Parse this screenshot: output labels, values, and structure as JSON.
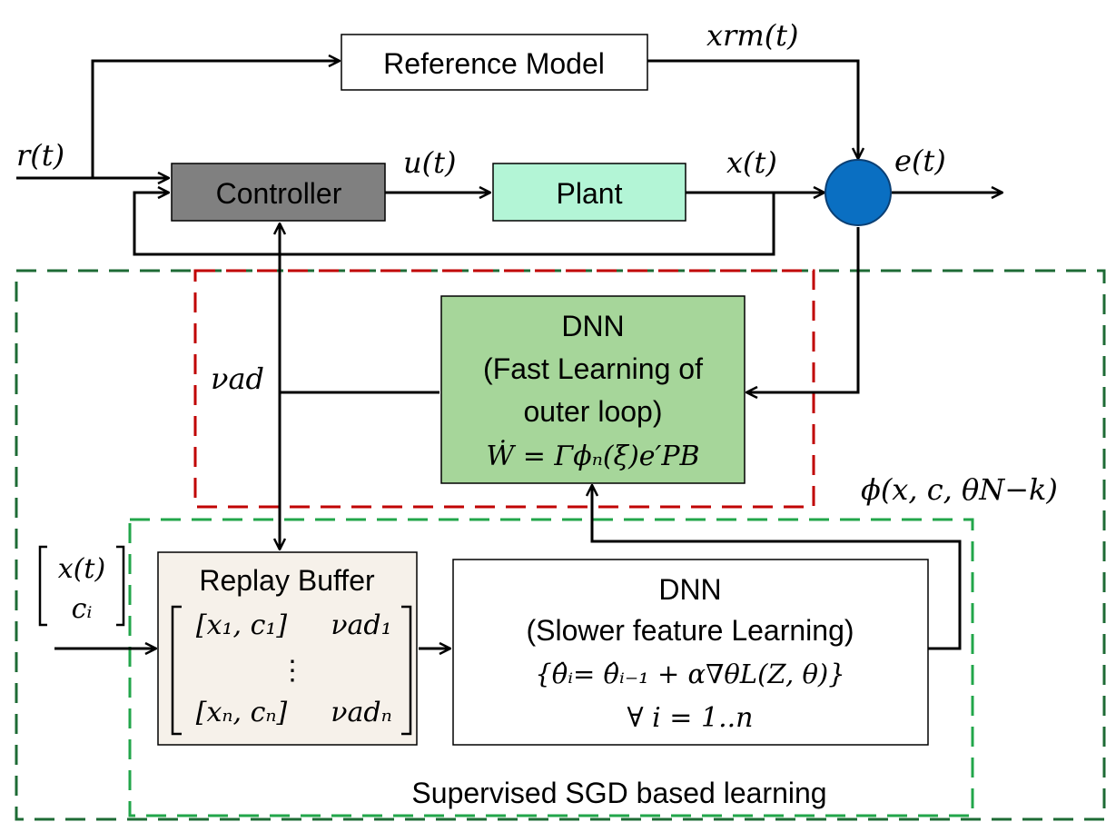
{
  "blocks": {
    "reference_model": "Reference Model",
    "controller": "Controller",
    "plant": "Plant",
    "dnn_fast": {
      "title": "DNN",
      "line1": "(Fast Learning of",
      "line2": "outer loop)",
      "equation": "Ẇ = Γϕₙ(ξ)e′PB"
    },
    "replay_buffer": {
      "title": "Replay Buffer",
      "row1_left": "[x₁, c₁]",
      "row1_right": "νad₁",
      "dots": "⋮",
      "rown_left": "[xₙ, cₙ]",
      "rown_right": "νadₙ"
    },
    "dnn_slow": {
      "title": "DNN",
      "line1": "(Slower feature Learning)",
      "equation": "{θ̂ᵢ= θ̂ᵢ₋₁ + α∇θL(Z, θ)}",
      "forall": "∀ i = 1..n"
    }
  },
  "signals": {
    "r": "r(t)",
    "u": "u(t)",
    "x": "x(t)",
    "x_rm": "xrm(t)",
    "e": "e(t)",
    "nu_ad": "νad",
    "phi": "ϕ(x, c, θN−k)",
    "input_vector_top": "x(t)",
    "input_vector_bottom": "cᵢ"
  },
  "regions": {
    "supervised_label": "Supervised SGD based learning"
  },
  "colors": {
    "controller_fill": "#808080",
    "plant_fill": "#b3f5d6",
    "dnn_fast_fill": "#a6d69a",
    "replay_fill": "#f6f1ea",
    "summer_fill": "#0a6fc2",
    "outer_dashed": "#1e6b35",
    "red_dashed": "#c00000",
    "inner_dashed": "#22a64a"
  }
}
